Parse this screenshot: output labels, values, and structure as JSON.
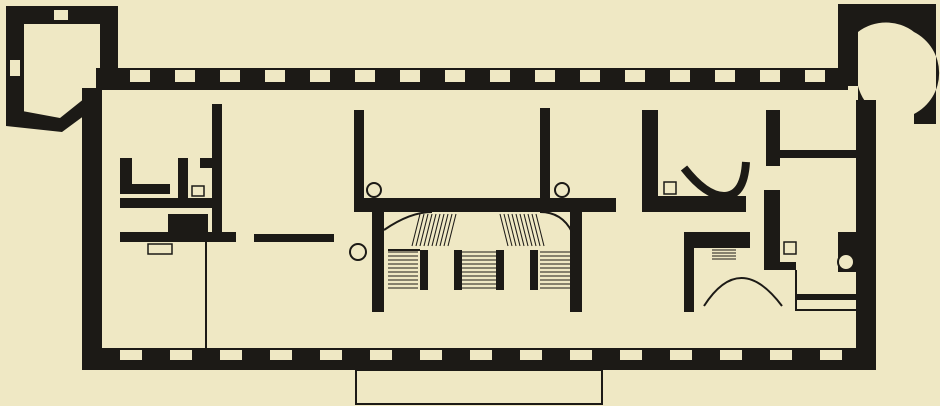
{
  "figure": {
    "kind": "architectural floor plan",
    "paper_color": "#efe8c4",
    "ink_color": "#1c1a16",
    "labels": []
  },
  "plan": {
    "corner_pavilions": [
      "west-pavilion-square",
      "east-pavilion-round"
    ],
    "window_openings_north": 16,
    "window_openings_south": 15
  }
}
